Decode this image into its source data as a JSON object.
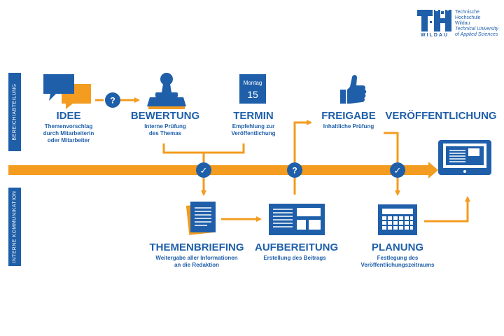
{
  "logo": {
    "wordmark": "WILDAU",
    "lines": [
      "Technische",
      "Hochschule",
      "Wildau",
      "Technical University",
      "of Applied Sciences"
    ]
  },
  "side_labels": {
    "top": "BEREICH/ABTEILUNG",
    "bottom": "INTERNE KOMMUNIKATION"
  },
  "steps": {
    "idee": {
      "title": "IDEE",
      "desc": "Themenvorschlag\ndurch Mitarbeiterin\noder Mitarbeiter"
    },
    "bewertung": {
      "title": "BEWERTUNG",
      "desc": "Interne Prüfung\ndes Themas"
    },
    "termin": {
      "title": "TERMIN",
      "desc": "Empfehlung zur\nVeröffentlichung"
    },
    "freigabe": {
      "title": "FREIGABE",
      "desc": "Inhaltliche Prüfung"
    },
    "veroeffentlichung": {
      "title": "VERÖFFENTLICHUNG",
      "desc": ""
    },
    "themenbriefing": {
      "title": "THEMENBRIEFING",
      "desc": "Weitergabe aller Informationen\nan die Redaktion"
    },
    "aufbereitung": {
      "title": "AUFBEREITUNG",
      "desc": "Erstellung des Beitrags"
    },
    "planung": {
      "title": "PLANUNG",
      "desc": "Festlegung des\nVeröffentlichungszeitraums"
    }
  },
  "calendar_icon": {
    "day": "Montag",
    "date": "15"
  },
  "markers": {
    "question": "?",
    "check": "✓"
  },
  "colors": {
    "blue": "#1f5faa",
    "orange": "#f39c1f",
    "white": "#ffffff"
  }
}
